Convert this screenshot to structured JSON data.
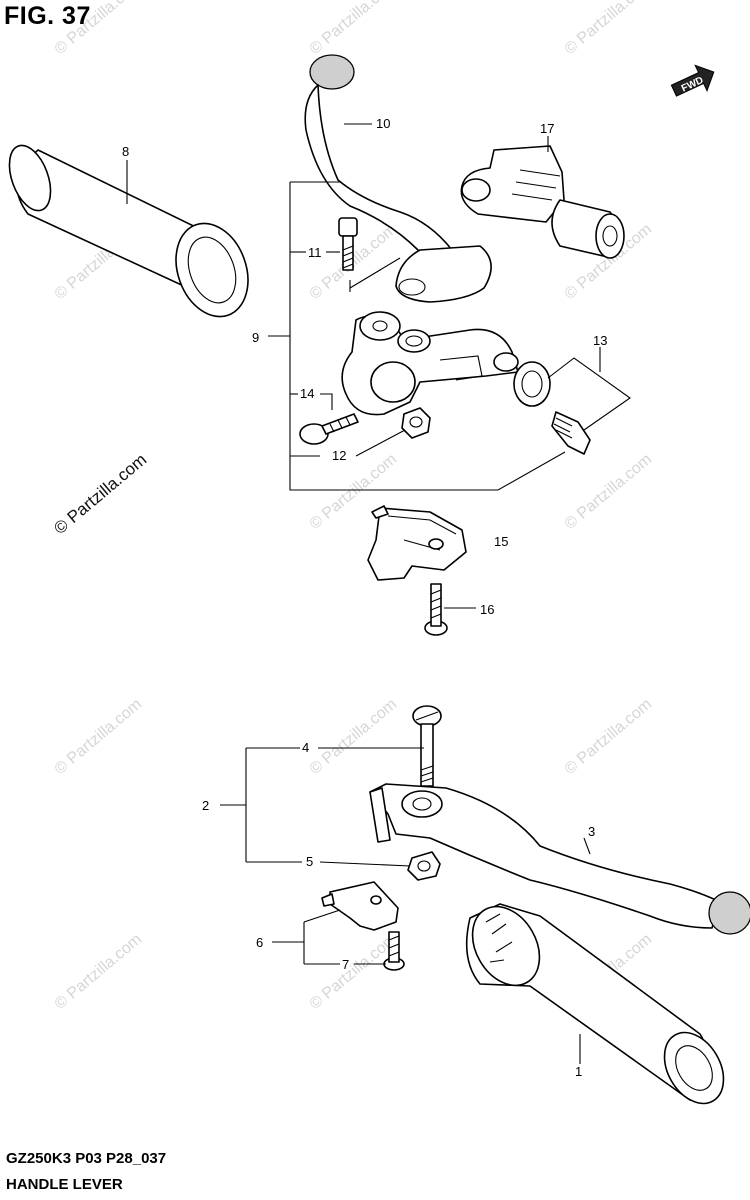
{
  "figure": {
    "title": "FIG. 37",
    "model_code": "GZ250K3 P03 P28_037",
    "section_name": "HANDLE LEVER"
  },
  "fwd_badge": "FWD",
  "watermark": "© Partzilla.com",
  "callouts": [
    "1",
    "2",
    "3",
    "4",
    "5",
    "6",
    "7",
    "8",
    "9",
    "10",
    "11",
    "12",
    "13",
    "14",
    "15",
    "16",
    "17"
  ]
}
